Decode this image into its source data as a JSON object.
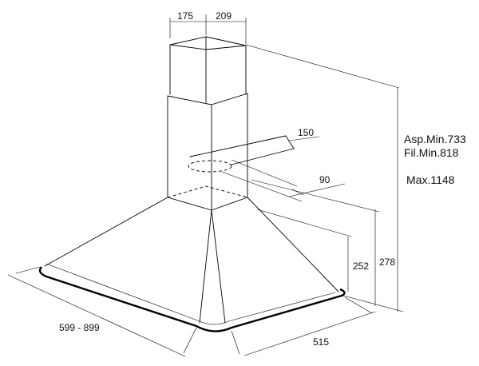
{
  "dimensions": {
    "chimney_depth": "175",
    "chimney_width": "209",
    "outlet_depth": "150",
    "outlet_offset": "90",
    "canopy_height": "252",
    "body_height": "278",
    "hood_width": "599 - 899",
    "hood_depth": "515"
  },
  "specs": {
    "asp_min": "Asp.Min.733",
    "fil_min": "Fil.Min.818",
    "max": "Max.1148"
  },
  "colors": {
    "line": "#000000",
    "background": "#ffffff"
  }
}
